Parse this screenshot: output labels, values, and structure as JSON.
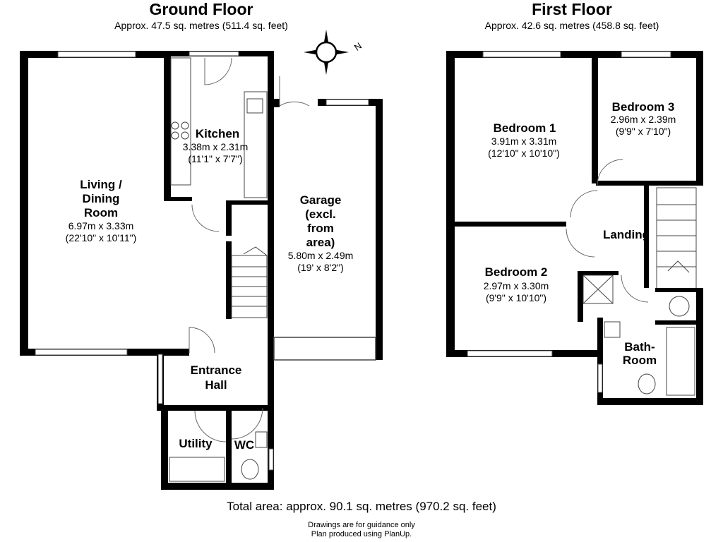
{
  "ground_floor": {
    "title": "Ground Floor",
    "area": "Approx. 47.5 sq. metres (511.4 sq. feet)",
    "rooms": {
      "living": {
        "name_lines": [
          "Living /",
          "Dining",
          "Room"
        ],
        "metric": "6.97m x 3.33m",
        "imperial": "(22'10\" x 10'11\")"
      },
      "kitchen": {
        "name": "Kitchen",
        "metric": "3.38m x 2.31m",
        "imperial": "(11'1\" x 7'7\")"
      },
      "garage": {
        "name_lines": [
          "Garage",
          "(excl.",
          "from",
          "area)"
        ],
        "metric": "5.80m x 2.49m",
        "imperial": "(19' x 8'2\")"
      },
      "entrance": {
        "name_lines": [
          "Entrance",
          "Hall"
        ]
      },
      "utility": {
        "name": "Utility"
      },
      "wc": {
        "name": "WC"
      }
    }
  },
  "first_floor": {
    "title": "First Floor",
    "area": "Approx. 42.6 sq. metres (458.8 sq. feet)",
    "rooms": {
      "bedroom1": {
        "name": "Bedroom 1",
        "metric": "3.91m x 3.31m",
        "imperial": "(12'10\" x 10'10\")"
      },
      "bedroom3": {
        "name": "Bedroom 3",
        "metric": "2.96m x 2.39m",
        "imperial": "(9'9\" x 7'10\")"
      },
      "bedroom2": {
        "name": "Bedroom 2",
        "metric": "2.97m x 3.30m",
        "imperial": "(9'9\" x 10'10\")"
      },
      "landing": {
        "name": "Landing"
      },
      "bathroom": {
        "name_lines": [
          "Bath-",
          "Room"
        ]
      }
    }
  },
  "compass": {
    "label": "N",
    "icon": "compass-icon"
  },
  "total_area": "Total area: approx. 90.1 sq. metres (970.2 sq. feet)",
  "footer": {
    "line1": "Drawings are for guidance only",
    "line2": "Plan produced using PlanUp."
  },
  "colors": {
    "wall": "#000000",
    "fixture": "#444444",
    "background": "#ffffff"
  }
}
